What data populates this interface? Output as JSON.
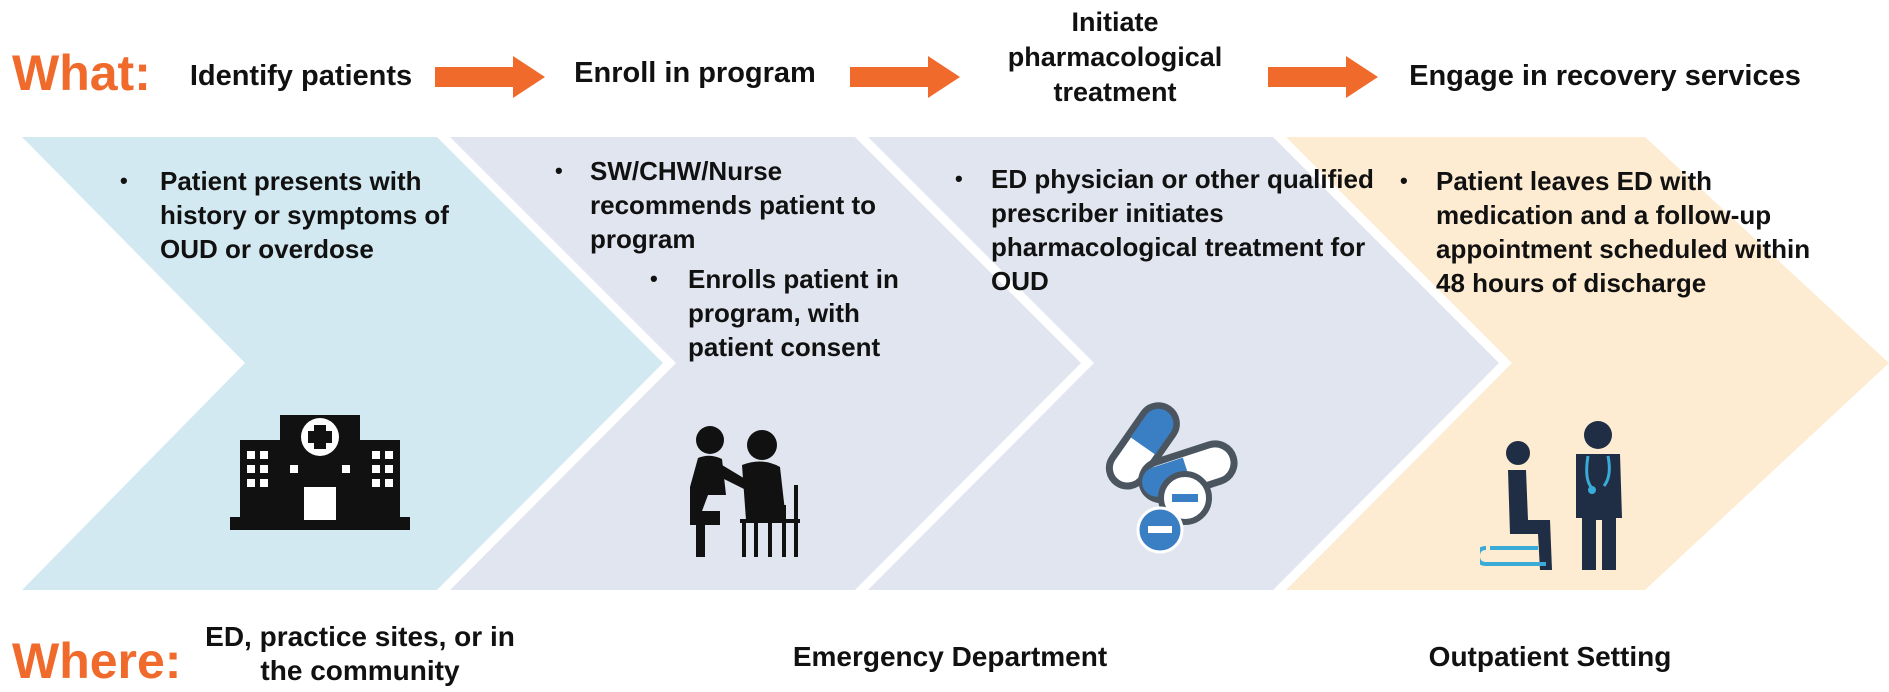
{
  "what_label": "What:",
  "where_label": "Where:",
  "steps": [
    {
      "label": "Identify patients"
    },
    {
      "label": "Enroll in program"
    },
    {
      "label": "Initiate pharmacological treatment"
    },
    {
      "label": "Engage in recovery services"
    }
  ],
  "panels": [
    {
      "bullet1": "Patient presents with history or symptoms of OUD or overdose",
      "icon": "hospital-icon",
      "color": "#d3e9f2"
    },
    {
      "bullet1": "SW/CHW/Nurse recommends patient to program",
      "bullet2": "Enrolls patient in program, with patient consent",
      "icon": "caregiver-wheelchair-icon",
      "color": "#e1e5ef"
    },
    {
      "bullet1": "ED physician or other qualified prescriber initiates pharmacological treatment for OUD",
      "icon": "pills-icon",
      "color": "#e1e5ef"
    },
    {
      "bullet1": "Patient leaves ED with medication and a follow-up appointment scheduled within 48 hours of discharge",
      "icon": "doctor-patient-icon",
      "color": "#fdecd2"
    }
  ],
  "where": [
    {
      "label": "ED, practice sites, or in the community"
    },
    {
      "label": "Emergency Department"
    },
    {
      "label": "Outpatient Setting"
    }
  ],
  "colors": {
    "accent": "#f06a2c",
    "icon_dark": "#111111",
    "icon_blue": "#3a7fc4",
    "icon_navy": "#1f2e44"
  }
}
